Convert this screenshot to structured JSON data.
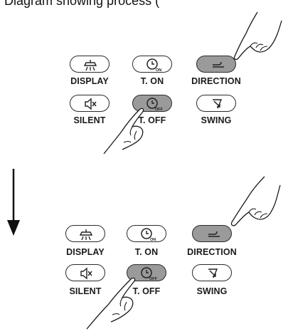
{
  "caption": "Diagram showing process (",
  "panels": [
    {
      "buttons": [
        {
          "label": "DISPLAY",
          "icon": "lamp-icon",
          "pressed": false
        },
        {
          "label": "T. ON",
          "icon": "clock-on-icon",
          "badge": "ON",
          "pressed": false
        },
        {
          "label": "DIRECTION",
          "icon": "direction-icon",
          "pressed": true
        },
        {
          "label": "SILENT",
          "icon": "mute-speaker-icon",
          "pressed": false
        },
        {
          "label": "T. OFF",
          "icon": "clock-off-icon",
          "badge": "OFF",
          "pressed": true
        },
        {
          "label": "SWING",
          "icon": "swing-icon",
          "pressed": false
        }
      ]
    },
    {
      "buttons": [
        {
          "label": "DISPLAY",
          "icon": "lamp-icon",
          "pressed": false
        },
        {
          "label": "T. ON",
          "icon": "clock-on-icon",
          "badge": "ON",
          "pressed": false
        },
        {
          "label": "DIRECTION",
          "icon": "direction-icon",
          "pressed": true
        },
        {
          "label": "SILENT",
          "icon": "mute-speaker-icon",
          "pressed": false
        },
        {
          "label": "T. OFF",
          "icon": "clock-off-icon",
          "badge": "OFF",
          "pressed": true
        },
        {
          "label": "SWING",
          "icon": "swing-icon",
          "pressed": false
        }
      ]
    }
  ],
  "colors": {
    "pressed": "#9a9a9a",
    "outline": "#2a2a2a",
    "text": "#1a1a1a"
  }
}
